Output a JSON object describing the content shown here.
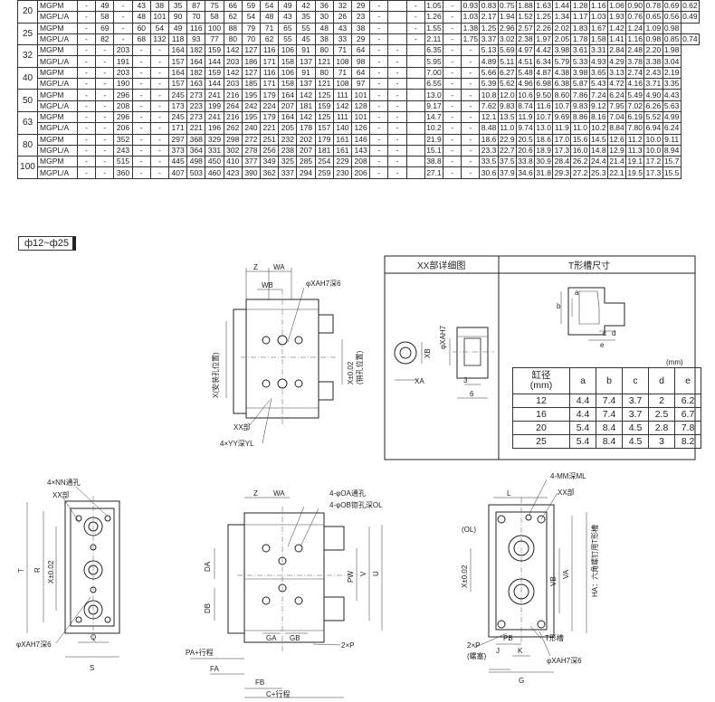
{
  "spec_table": {
    "rows": [
      {
        "bore": "20",
        "model": "MGPM",
        "cells": [
          "-",
          "49",
          "-",
          "43",
          "38",
          "35",
          "87",
          "75",
          "66",
          "59",
          "54",
          "49",
          "42",
          "36",
          "32",
          "29",
          "-",
          "",
          "-",
          "1.05",
          "-",
          "0.93",
          "0.83",
          "0.75",
          "1.88",
          "1.63",
          "1.44",
          "1.28",
          "1.16",
          "1.06",
          "0.90",
          "0.78",
          "0.69",
          "0.62"
        ]
      },
      {
        "bore": "",
        "model": "MGPL/A",
        "cells": [
          "-",
          "58",
          "-",
          "48",
          "101",
          "90",
          "70",
          "58",
          "62",
          "54",
          "48",
          "43",
          "35",
          "30",
          "26",
          "23",
          "-",
          "",
          "-",
          "1.26",
          "-",
          "1.03",
          "2.17",
          "1.94",
          "1.52",
          "1.25",
          "1.34",
          "1.17",
          "1.03",
          "1.93",
          "0.76",
          "0.65",
          "0.56",
          "0.49"
        ]
      },
      {
        "bore": "25",
        "model": "MGPM",
        "cells": [
          "-",
          "69",
          "-",
          "60",
          "54",
          "49",
          "116",
          "100",
          "88",
          "79",
          "71",
          "65",
          "55",
          "48",
          "43",
          "38",
          "-",
          "",
          "-",
          "1.55",
          "-",
          "1.38",
          "1.25",
          "2.96",
          "2.57",
          "2.26",
          "2.02",
          "1.83",
          "1.67",
          "1.42",
          "1.24",
          "1.09",
          "0.98"
        ]
      },
      {
        "bore": "",
        "model": "MGPL/A",
        "cells": [
          "-",
          "82",
          "-",
          "68",
          "132",
          "118",
          "93",
          "77",
          "80",
          "70",
          "62",
          "55",
          "45",
          "38",
          "33",
          "29",
          "-",
          "",
          "-",
          "2.11",
          "-",
          "1.75",
          "3.37",
          "3.02",
          "2.38",
          "1.97",
          "2.05",
          "1.78",
          "1.58",
          "1.41",
          "1.16",
          "0.98",
          "0.85",
          "0.74"
        ]
      },
      {
        "bore": "32",
        "model": "MGPM",
        "cells": [
          "-",
          "-",
          "203",
          "-",
          "-",
          "164",
          "182",
          "159",
          "142",
          "127",
          "116",
          "106",
          "91",
          "80",
          "71",
          "64",
          "-",
          "-",
          "",
          "6.35",
          "-",
          "-",
          "5.13",
          "5.69",
          "4.97",
          "4.42",
          "3.98",
          "3.61",
          "3.31",
          "2.84",
          "2.48",
          "2.20",
          "1.98"
        ]
      },
      {
        "bore": "",
        "model": "MGPL/A",
        "cells": [
          "-",
          "-",
          "191",
          "-",
          "-",
          "157",
          "164",
          "144",
          "203",
          "186",
          "171",
          "158",
          "137",
          "121",
          "108",
          "98",
          "-",
          "-",
          "",
          "5.95",
          "-",
          "-",
          "4.89",
          "5.11",
          "4.51",
          "6.34",
          "5.79",
          "5.33",
          "4.93",
          "4.29",
          "3.78",
          "3.38",
          "3.04"
        ]
      },
      {
        "bore": "40",
        "model": "MGPM",
        "cells": [
          "-",
          "-",
          "203",
          "-",
          "-",
          "164",
          "182",
          "159",
          "142",
          "127",
          "116",
          "106",
          "91",
          "80",
          "71",
          "64",
          "-",
          "-",
          "",
          "7.00",
          "-",
          "-",
          "5.66",
          "6.27",
          "5.48",
          "4.87",
          "4.38",
          "3.98",
          "3.65",
          "3.13",
          "2.74",
          "2.43",
          "2.19"
        ]
      },
      {
        "bore": "",
        "model": "MGPL/A",
        "cells": [
          "-",
          "-",
          "190",
          "-",
          "-",
          "157",
          "163",
          "144",
          "203",
          "185",
          "171",
          "158",
          "137",
          "121",
          "108",
          "97",
          "-",
          "-",
          "",
          "6.55",
          "-",
          "-",
          "5.39",
          "5.62",
          "4.96",
          "6.98",
          "6.38",
          "5.87",
          "5.43",
          "4.72",
          "4.16",
          "3.71",
          "3.35"
        ]
      },
      {
        "bore": "50",
        "model": "MGPM",
        "cells": [
          "-",
          "-",
          "296",
          "-",
          "-",
          "245",
          "273",
          "241",
          "216",
          "195",
          "179",
          "164",
          "142",
          "125",
          "111",
          "101",
          "-",
          "-",
          "",
          "13.0",
          "-",
          "-",
          "10.8",
          "12.0",
          "10.6",
          "9.50",
          "8.60",
          "7.86",
          "7.24",
          "6.24",
          "5.49",
          "4.90",
          "4.43"
        ]
      },
      {
        "bore": "",
        "model": "MGPL/A",
        "cells": [
          "-",
          "-",
          "208",
          "-",
          "-",
          "173",
          "223",
          "199",
          "264",
          "242",
          "224",
          "207",
          "181",
          "159",
          "142",
          "128",
          "-",
          "-",
          "",
          "9.17",
          "-",
          "-",
          "7.62",
          "9.83",
          "8.74",
          "11.6",
          "10.7",
          "9.83",
          "9.12",
          "7.95",
          "7.02",
          "6.26",
          "5.63"
        ]
      },
      {
        "bore": "63",
        "model": "MGPM",
        "cells": [
          "-",
          "-",
          "296",
          "-",
          "-",
          "245",
          "273",
          "241",
          "216",
          "195",
          "179",
          "164",
          "142",
          "125",
          "111",
          "101",
          "-",
          "-",
          "",
          "14.7",
          "-",
          "-",
          "12.1",
          "13.5",
          "11.9",
          "10.7",
          "9.69",
          "8.86",
          "8.16",
          "7.04",
          "6.19",
          "5.52",
          "4.99"
        ]
      },
      {
        "bore": "",
        "model": "MGPL/A",
        "cells": [
          "-",
          "-",
          "206",
          "-",
          "-",
          "171",
          "221",
          "196",
          "262",
          "240",
          "221",
          "205",
          "178",
          "157",
          "140",
          "126",
          "-",
          "-",
          "",
          "10.2",
          "-",
          "-",
          "8.48",
          "11.0",
          "9.74",
          "13.0",
          "11.9",
          "11.0",
          "10.2",
          "8.84",
          "7.80",
          "6.94",
          "6.24"
        ]
      },
      {
        "bore": "80",
        "model": "MGPM",
        "cells": [
          "-",
          "-",
          "352",
          "-",
          "-",
          "297",
          "368",
          "329",
          "298",
          "272",
          "251",
          "232",
          "202",
          "179",
          "161",
          "146",
          "-",
          "-",
          "",
          "21.9",
          "-",
          "-",
          "18.6",
          "22.9",
          "20.5",
          "18.6",
          "17.0",
          "15.6",
          "14.5",
          "12.6",
          "11.2",
          "10.0",
          "9.11"
        ]
      },
      {
        "bore": "",
        "model": "MGPL/A",
        "cells": [
          "-",
          "-",
          "243",
          "-",
          "-",
          "373",
          "364",
          "331",
          "302",
          "278",
          "256",
          "238",
          "207",
          "181",
          "161",
          "143",
          "-",
          "-",
          "",
          "15.1",
          "-",
          "-",
          "23.3",
          "22.7",
          "20.6",
          "18.9",
          "17.3",
          "16.0",
          "14.8",
          "12.9",
          "11.3",
          "10.0",
          "8.94"
        ]
      },
      {
        "bore": "100",
        "model": "MGPM",
        "cells": [
          "-",
          "-",
          "515",
          "-",
          "-",
          "445",
          "498",
          "450",
          "410",
          "377",
          "349",
          "325",
          "285",
          "254",
          "229",
          "208",
          "-",
          "-",
          "",
          "38.8",
          "-",
          "-",
          "33.5",
          "37.5",
          "33.8",
          "30.9",
          "28.4",
          "26.2",
          "24.4",
          "21.4",
          "19.1",
          "17.2",
          "15.7"
        ]
      },
      {
        "bore": "",
        "model": "MGPL/A",
        "cells": [
          "-",
          "-",
          "360",
          "-",
          "-",
          "407",
          "503",
          "460",
          "423",
          "390",
          "362",
          "337",
          "294",
          "259",
          "230",
          "206",
          "-",
          "-",
          "",
          "27.1",
          "-",
          "-",
          "30.6",
          "37.9",
          "34.6",
          "31.8",
          "29.3",
          "27.2",
          "25.3",
          "22.1",
          "19.5",
          "17.3",
          "15.5"
        ]
      }
    ]
  },
  "section_label": "ф12~ф25",
  "xx_box": {
    "title": "XX部详细图",
    "labels": {
      "xa": "φXAH7",
      "xb": "XB",
      "xa_bottom": "XA",
      "three": "3",
      "six": "6"
    }
  },
  "t_slot": {
    "title": "T形槽尺寸",
    "unit": "(mm)",
    "letters": {
      "a": "a",
      "b": "b",
      "c": "c",
      "d": "d",
      "e": "e"
    },
    "headers": [
      "缸径\n(mm)",
      "a",
      "b",
      "c",
      "d",
      "e"
    ],
    "header_bore": "缸径",
    "header_mm": "(mm)",
    "rows": [
      [
        "12",
        "4.4",
        "7.4",
        "3.7",
        "2",
        "6.2"
      ],
      [
        "16",
        "4.4",
        "7.4",
        "3.7",
        "2.5",
        "6.7"
      ],
      [
        "20",
        "5.4",
        "8.4",
        "4.5",
        "2.8",
        "7.8"
      ],
      [
        "25",
        "5.4",
        "8.4",
        "4.5",
        "3",
        "8.2"
      ]
    ]
  },
  "view1": {
    "z": "Z",
    "wa": "WA",
    "wb": "WB",
    "xa_depth": "φXAH7深6",
    "x_left": "X(安装孔位置)",
    "x_right": "X±0.02",
    "x_right2": "(销孔位置)",
    "xx": "XX部",
    "yy": "4×YY深YL"
  },
  "view_left": {
    "nn": "4×NN通孔",
    "xx": "XX部",
    "t": "T",
    "r": "R",
    "x": "X±0.02",
    "q": "Q",
    "s": "S",
    "xa": "φXAH7深6"
  },
  "view_center": {
    "z": "Z",
    "wa": "WA",
    "oa": "4-φOA通孔",
    "ob": "4-φOB锪孔深OL",
    "da": "DA",
    "db": "DB",
    "pw": "PW",
    "v": "V",
    "u": "U",
    "ga": "GA",
    "gb": "GB",
    "pa": "PA+行程",
    "fa": "FA",
    "fb": "FB",
    "c": "C+行程",
    "p": "2×P"
  },
  "view_right": {
    "mm": "4-MM深ML",
    "l": "L",
    "xx": "XX部",
    "ol": "(OL)",
    "x": "X±0.02",
    "vb": "VB",
    "va": "VA",
    "ha": "HA：六角螺钉用T形槽",
    "p": "2×P",
    "p2": "(螺塞)",
    "pb": "PB",
    "j": "J",
    "k": "K",
    "g": "G",
    "tslot": "T形槽",
    "xa": "φXAH7深6"
  }
}
